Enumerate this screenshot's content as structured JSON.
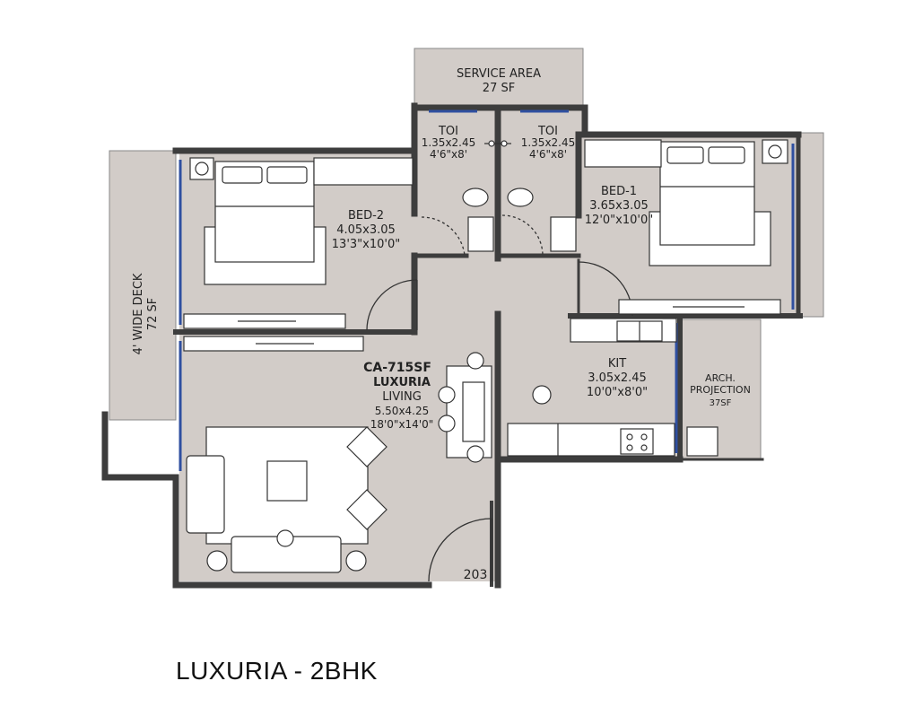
{
  "plan_title": "LUXURIA - 2BHK",
  "rooms": {
    "service_area": {
      "name": "SERVICE AREA",
      "area": "27 SF"
    },
    "toilet_left": {
      "name": "TOI",
      "metric": "1.35x2.45",
      "imperial": "4'6\"x8'"
    },
    "toilet_right": {
      "name": "TOI",
      "metric": "1.35x2.45",
      "imperial": "4'6\"x8'"
    },
    "bed2": {
      "name": "BED-2",
      "metric": "4.05x3.05",
      "imperial": "13'3\"x10'0\""
    },
    "bed1": {
      "name": "BED-1",
      "metric": "3.65x3.05",
      "imperial": "12'0\"x10'0\""
    },
    "living": {
      "carpet": "CA-715SF",
      "brand": "LUXURIA",
      "name": "LIVING",
      "metric": "5.50x4.25",
      "imperial": "18'0\"x14'0\""
    },
    "kitchen": {
      "name": "KIT",
      "metric": "3.05x2.45",
      "imperial": "10'0\"x8'0\""
    },
    "arch_projection": {
      "line1": "ARCH.",
      "line2": "PROJECTION",
      "area": "37SF"
    },
    "deck": {
      "name": "4' WIDE DECK",
      "area": "72 SF"
    }
  },
  "unit_number": "203",
  "colors": {
    "floor": "#d2ccc8",
    "wall": "#3d3d3d",
    "deck": "#cfc9c5",
    "window": "#2f4fa0",
    "furniture": "#ffffff"
  }
}
